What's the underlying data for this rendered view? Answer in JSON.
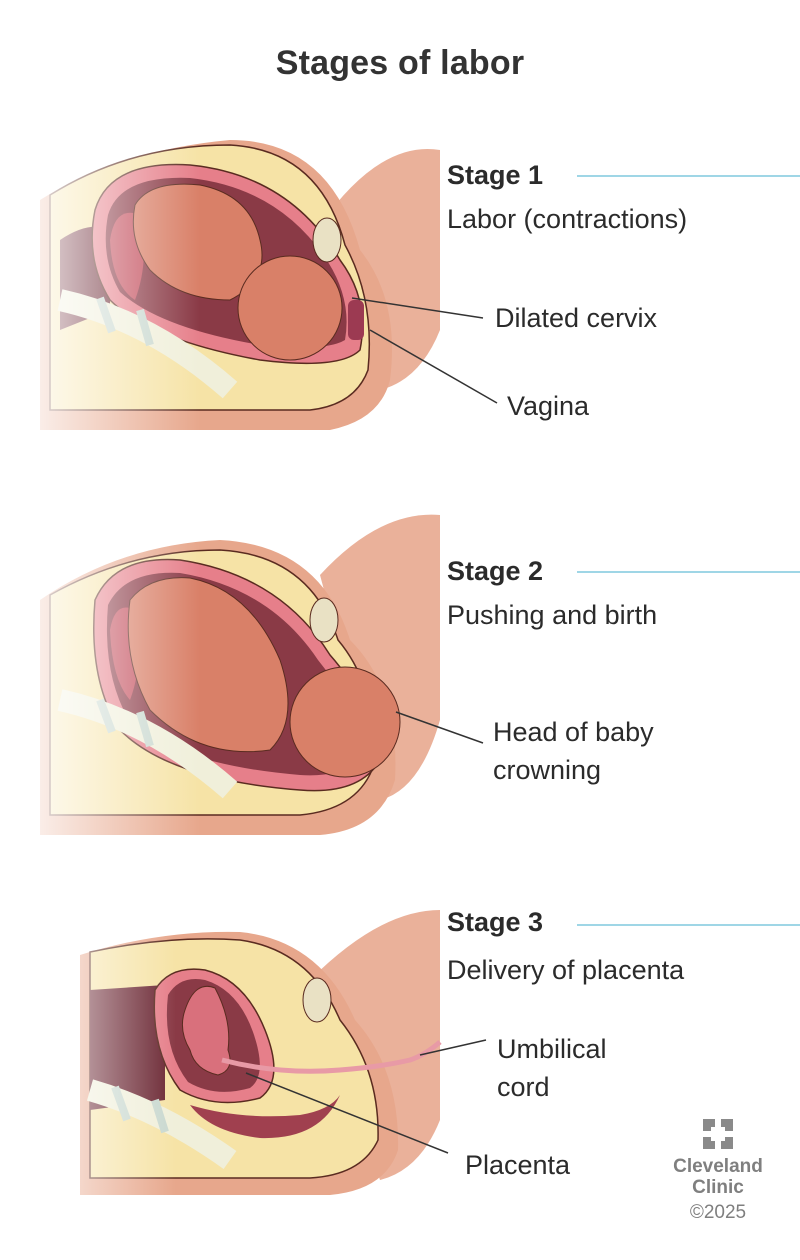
{
  "title": "Stages of labor",
  "stages": [
    {
      "heading": "Stage 1",
      "subtitle": "Labor (contractions)",
      "labels": [
        {
          "text": "Dilated cervix"
        },
        {
          "text": "Vagina"
        }
      ]
    },
    {
      "heading": "Stage 2",
      "subtitle": "Pushing and birth",
      "labels": [
        {
          "text": "Head of baby",
          "text2": "crowning"
        }
      ]
    },
    {
      "heading": "Stage 3",
      "subtitle": "Delivery of placenta",
      "labels": [
        {
          "text": "Umbilical",
          "text2": "cord"
        },
        {
          "text": "Placenta"
        }
      ]
    }
  ],
  "branding": {
    "name_line1": "Cleveland",
    "name_line2": "Clinic",
    "copyright": "©2025"
  },
  "colors": {
    "rule_accent": "#9fd6e6",
    "text": "#2b2b2b",
    "logo_gray": "#7f7f7f",
    "skin": "#e9a98f",
    "uterus_wall": "#e67f8a",
    "fat_yellow": "#f6e3a6",
    "cavity_dark": "#7a2a3a"
  }
}
